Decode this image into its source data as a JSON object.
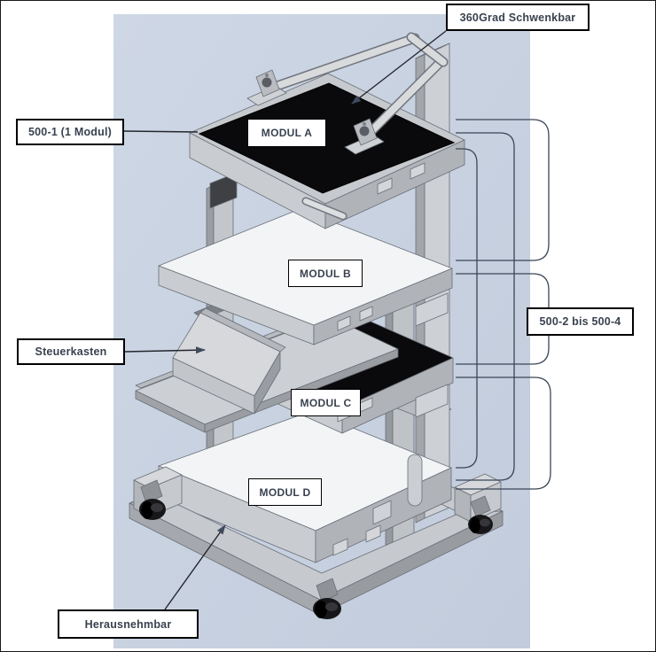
{
  "callouts": {
    "swivel": "360Grad Schwenkbar",
    "model_single": "500-1 (1 Modul)",
    "control_box": "Steuerkasten",
    "model_range": "500-2 bis 500-4",
    "removable": "Herausnehmbar"
  },
  "modules": {
    "a": "MODUL A",
    "b": "MODUL B",
    "c": "MODUL C",
    "d": "MODUL D"
  },
  "colors": {
    "viewport_bg": "#c9d3e2",
    "page_bg": "#ffffff",
    "box_border": "#000000",
    "label_text": "#39424f",
    "leader_line": "#23272e",
    "bracket_line": "#3a4556",
    "arrowhead": "#3f4a5c",
    "frame_light": "#d9dbde",
    "frame_mid": "#c6c9cd",
    "frame_side": "#aaadb2",
    "frame_dark": "#8f9297",
    "tray_black": "#0a0a0c",
    "tray_white": "#f2f4f6",
    "wheel_black": "#17171a"
  }
}
